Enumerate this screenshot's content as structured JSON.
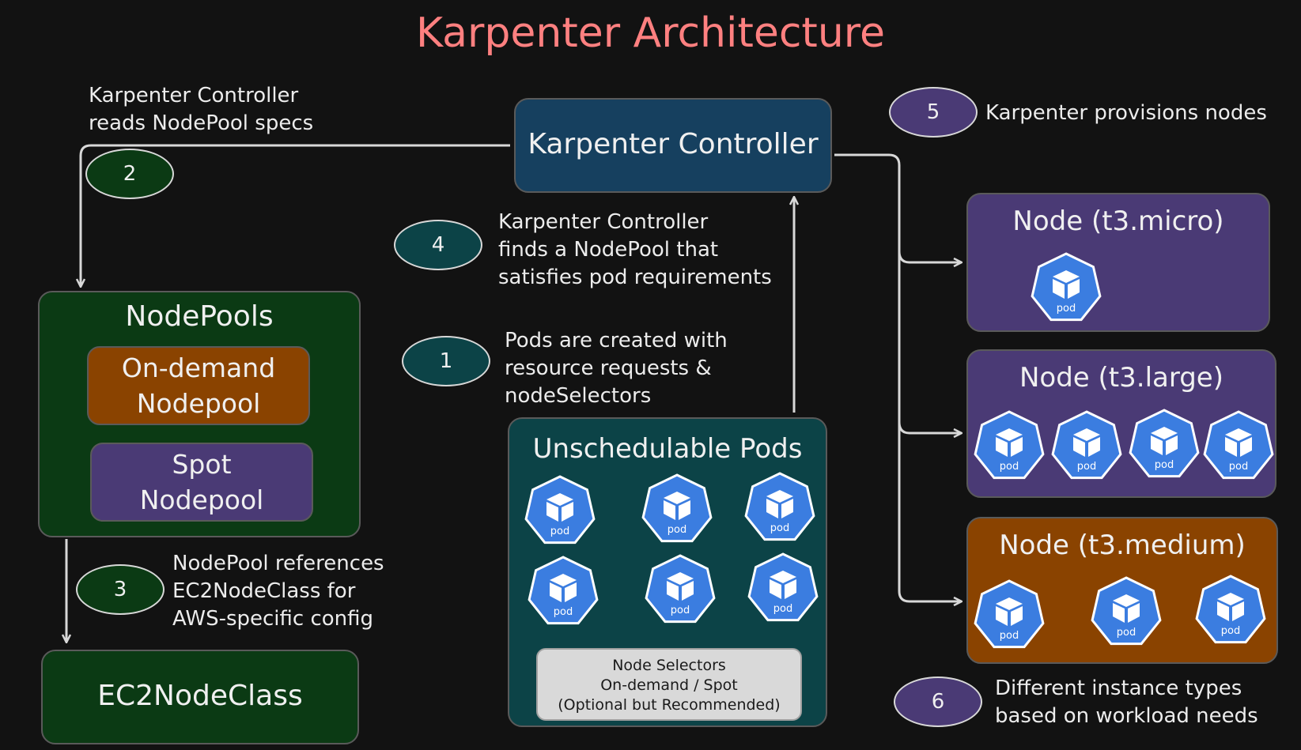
{
  "title": "Karpenter Architecture",
  "controller": {
    "label": "Karpenter Controller"
  },
  "nodepools": {
    "title": "NodePools",
    "on_demand_label": "On-demand\nNodepool",
    "spot_label": "Spot\nNodepool"
  },
  "ec2nodeclass": {
    "label": "EC2NodeClass"
  },
  "unschedulable": {
    "title": "Unschedulable Pods",
    "selectors": "Node Selectors\nOn-demand / Spot\n(Optional but Recommended)"
  },
  "pod_label": "pod",
  "nodes": [
    {
      "label": "Node (t3.micro)",
      "pods": 1,
      "color": "#4a3a75"
    },
    {
      "label": "Node (t3.large)",
      "pods": 4,
      "color": "#4a3a75"
    },
    {
      "label": "Node (t3.medium)",
      "pods": 3,
      "color": "#8a4300"
    }
  ],
  "steps": [
    {
      "number": "1",
      "text": "Pods are created with\nresource requests &\nnodeSelectors"
    },
    {
      "number": "2",
      "text": "Karpenter Controller\nreads NodePool specs"
    },
    {
      "number": "3",
      "text": "NodePool references\nEC2NodeClass for\nAWS-specific config"
    },
    {
      "number": "4",
      "text": "Karpenter Controller\nfinds a NodePool that\nsatisfies pod requirements"
    },
    {
      "number": "5",
      "text": "Karpenter provisions nodes"
    },
    {
      "number": "6",
      "text": "Different instance types\nbased on workload needs"
    }
  ],
  "colors": {
    "title": "#ff8080",
    "controller": "#16405f",
    "nodepools": "#0b3a14",
    "on_demand": "#8a4300",
    "spot": "#4a3a75",
    "unschedulable": "#0c4347",
    "pod": "#3b7de0",
    "badge_green": "#0b3a14",
    "badge_teal": "#0c4347",
    "badge_purple": "#4a3a75"
  }
}
